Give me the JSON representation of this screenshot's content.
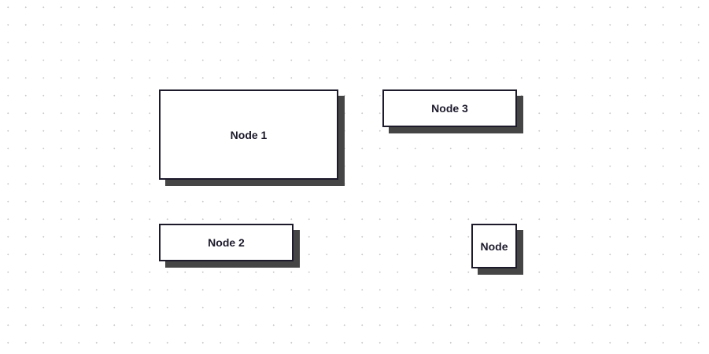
{
  "canvas": {
    "background_color": "#ffffff",
    "dot_color": "#c9c9c9",
    "grid": "dotted"
  },
  "nodes": [
    {
      "id": "node-1",
      "label": "Node 1"
    },
    {
      "id": "node-3",
      "label": "Node 3"
    },
    {
      "id": "node-2",
      "label": "Node 2"
    },
    {
      "id": "node-4",
      "label": "Node"
    }
  ],
  "style": {
    "node_border_color": "#1c1a2b",
    "node_shadow_color": "#454545",
    "node_fill": "#ffffff"
  }
}
